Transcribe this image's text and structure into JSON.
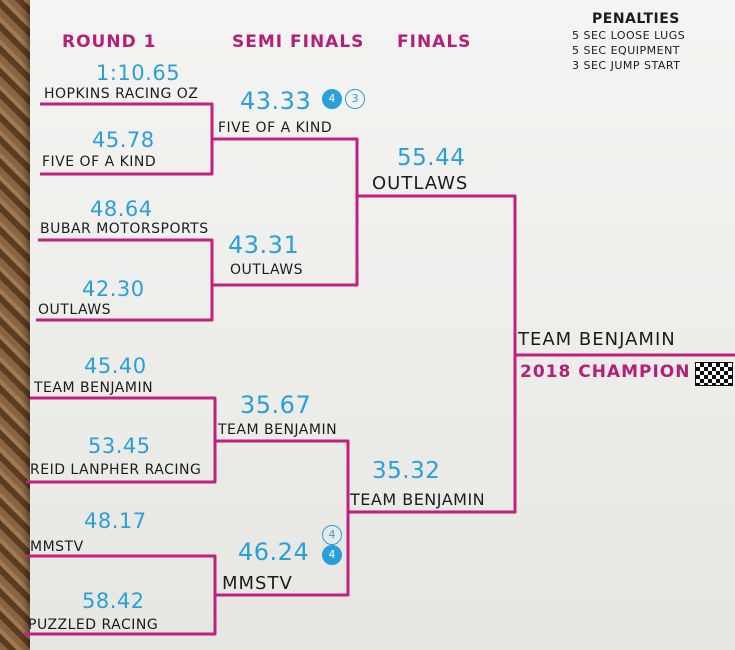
{
  "headers": {
    "round1": "ROUND 1",
    "semi": "SEMI FINALS",
    "finals": "FINALS"
  },
  "penalties": {
    "title": "PENALTIES",
    "items": [
      "5 SEC LOOSE LUGS",
      "5 SEC EQUIPMENT",
      "3 SEC JUMP START"
    ]
  },
  "round1": [
    {
      "team": "HOPKINS RACING OZ",
      "time": "1:10.65"
    },
    {
      "team": "FIVE OF A KIND",
      "time": "45.78"
    },
    {
      "team": "BUBAR MOTORSPORTS",
      "time": "48.64"
    },
    {
      "team": "OUTLAWS",
      "time": "42.30"
    },
    {
      "team": "TEAM BENJAMIN",
      "time": "45.40"
    },
    {
      "team": "REID LANPHER RACING",
      "time": "53.45"
    },
    {
      "team": "MMSTV",
      "time": "48.17"
    },
    {
      "team": "PUZZLED RACING",
      "time": "58.42"
    }
  ],
  "semis": [
    {
      "team": "FIVE OF A KIND",
      "time": "43.33",
      "marks": [
        "4",
        "3"
      ]
    },
    {
      "team": "OUTLAWS",
      "time": "43.31"
    },
    {
      "team": "TEAM BENJAMIN",
      "time": "35.67"
    },
    {
      "team": "MMSTV",
      "time": "46.24",
      "marks": [
        "4",
        "4"
      ]
    }
  ],
  "finals": [
    {
      "team": "OUTLAWS",
      "time": "55.44"
    },
    {
      "team": "TEAM BENJAMIN",
      "time": "35.32"
    }
  ],
  "champion": {
    "team": "TEAM BENJAMIN",
    "label": "2018 CHAMPION"
  },
  "colors": {
    "bracket": "#c2207e",
    "time": "#2a9fdc",
    "ink": "#1c1c1c"
  }
}
